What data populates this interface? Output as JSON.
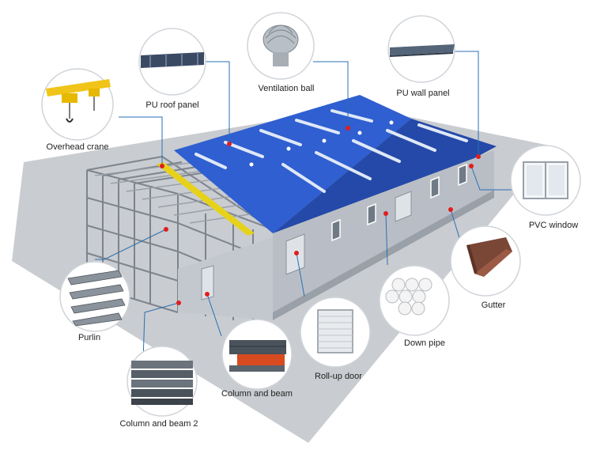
{
  "colors": {
    "roof": "#2f5fd0",
    "roof_dark": "#2449a8",
    "skylight": "#dfe8f7",
    "wall": "#b9bec6",
    "wall_dark": "#9aa0a8",
    "ground": "#c9ccd0",
    "steel": "#7d848c",
    "crane_beam": "#e6d21a",
    "leader": "#2a6fb5",
    "marker": "#e01e1e"
  },
  "components": [
    {
      "id": "pu-roof-panel",
      "label": "PU roof panel",
      "icon": "roof-panel-icon"
    },
    {
      "id": "ventilation-ball",
      "label": "Ventilation ball",
      "icon": "ventilator-icon"
    },
    {
      "id": "pu-wall-panel",
      "label": "PU wall panel",
      "icon": "wall-panel-icon"
    },
    {
      "id": "overhead-crane",
      "label": "Overhead crane",
      "icon": "crane-icon"
    },
    {
      "id": "pvc-window",
      "label": "PVC window",
      "icon": "window-icon"
    },
    {
      "id": "gutter",
      "label": "Gutter",
      "icon": "gutter-icon"
    },
    {
      "id": "purlin",
      "label": "Purlin",
      "icon": "purlin-icon"
    },
    {
      "id": "down-pipe",
      "label": "Down pipe",
      "icon": "pipe-icon"
    },
    {
      "id": "roll-up-door",
      "label": "Roll-up door",
      "icon": "rollup-door-icon"
    },
    {
      "id": "column-and-beam",
      "label": "Column and beam",
      "icon": "beam-icon"
    },
    {
      "id": "column-and-beam-2",
      "label": "Column and beam 2",
      "icon": "beam-stack-icon"
    }
  ]
}
